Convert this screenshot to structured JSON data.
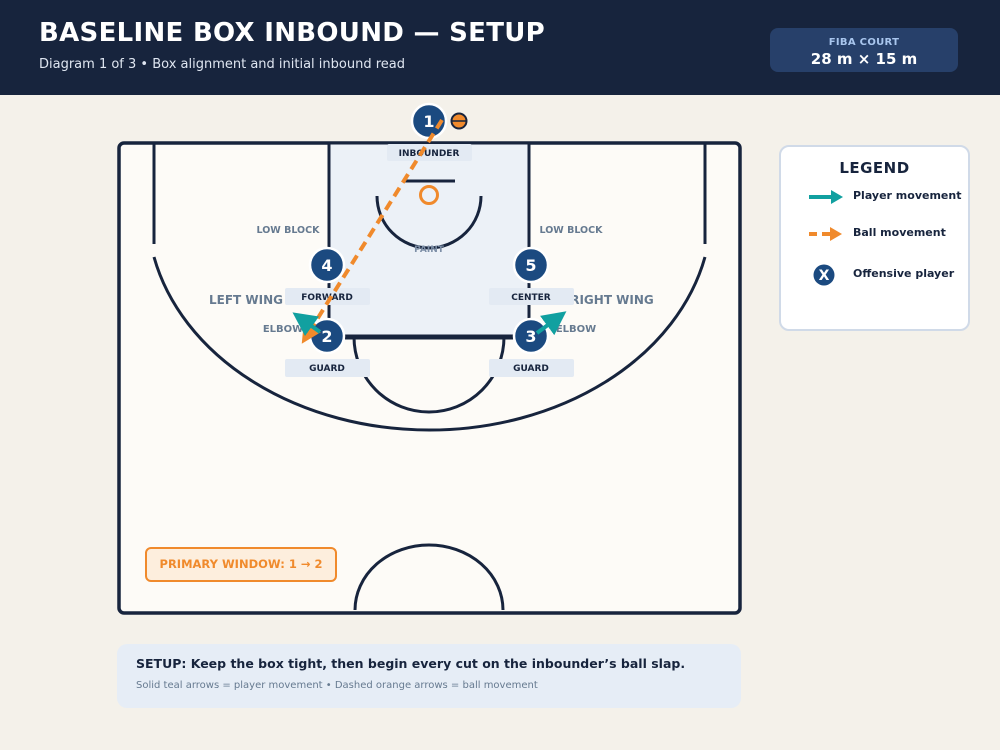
{
  "header": {
    "title": "BASELINE BOX INBOUND — SETUP",
    "subtitle": "Diagram 1 of 3 • Box alignment and initial inbound read",
    "badge_label": "FIBA COURT",
    "badge_value": "28 m × 15 m"
  },
  "court": {
    "paint_label": "PAINT",
    "zone_labels": {
      "low_block_left": "LOW BLOCK",
      "low_block_right": "LOW BLOCK",
      "left_wing": "LEFT WING",
      "right_wing": "RIGHT WING",
      "elbow_left": "ELBOW",
      "elbow_right": "ELBOW"
    },
    "players": [
      {
        "number": "1",
        "role": "INBOUNDER"
      },
      {
        "number": "4",
        "role": "FORWARD"
      },
      {
        "number": "5",
        "role": "CENTER"
      },
      {
        "number": "2",
        "role": "GUARD"
      },
      {
        "number": "3",
        "role": "GUARD"
      }
    ]
  },
  "legend": {
    "title": "LEGEND",
    "player_movement": "Player movement",
    "ball_movement": "Ball movement",
    "offensive_player": "Offensive player",
    "offensive_symbol": "X"
  },
  "callout": "PRIMARY WINDOW: 1 → 2",
  "note": {
    "main": "SETUP: Keep the box tight, then begin every cut on the inbounder’s ball slap.",
    "sub": "Solid teal arrows = player movement • Dashed orange arrows = ball movement"
  },
  "colors": {
    "navy": "#17243d",
    "player": "#1b4a80",
    "teal": "#11a0a0",
    "orange": "#f08a2c",
    "paint": "#ecf1f7"
  }
}
